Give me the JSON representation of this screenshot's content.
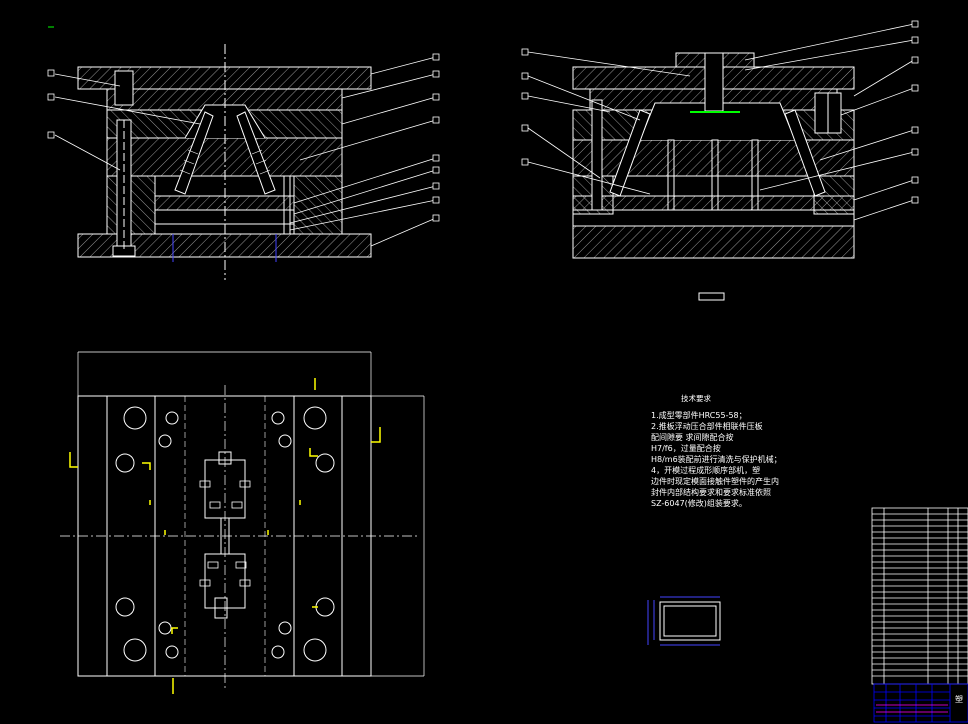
{
  "colors": {
    "background": "#000000",
    "line": "#ffffff",
    "dim": "#ffff00",
    "center": "#ffffff",
    "accent": "#00ff00",
    "hatch": "#bfbfbf",
    "titleblock": "#0000ff",
    "magenta": "#ff00ff"
  },
  "technical_requirements": {
    "title": "技术要求",
    "lines": [
      "1.成型零部件HRC55-58；",
      "2.推板浮动压合部件相联件压板",
      "配间隙要   求间隙配合按",
      "H7/f6，过量配合按",
      "H8/m6装配前进行清洗与保护机械；",
      "4，开模过程成形顺序部机，塑",
      "边件时现定模面接触件塑件的产生内",
      "封件内部结构要求和要求标准依照",
      "SZ-6047(修改)组装要求。"
    ]
  },
  "title_block": {
    "mark": "塑"
  }
}
